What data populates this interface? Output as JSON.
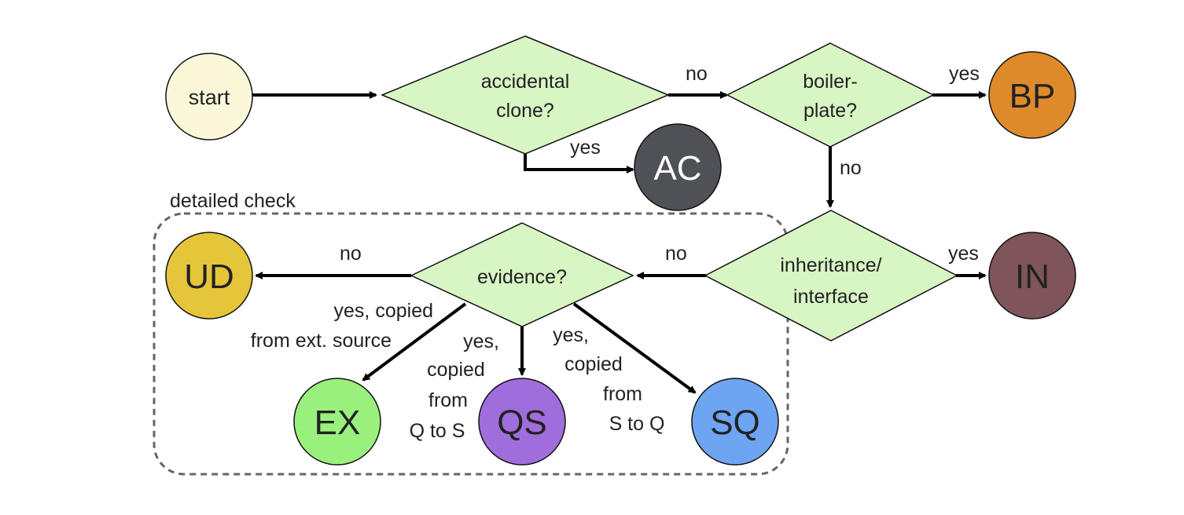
{
  "group": {
    "label": "detailed check"
  },
  "nodes": {
    "start": {
      "label": "start",
      "color": "#fbf7d9"
    },
    "AC": {
      "label": "AC",
      "color": "#4f5156"
    },
    "BP": {
      "label": "BP",
      "color": "#df8a2a"
    },
    "IN": {
      "label": "IN",
      "color": "#7f5559"
    },
    "UD": {
      "label": "UD",
      "color": "#e5c53a"
    },
    "EX": {
      "label": "EX",
      "color": "#9af07d"
    },
    "QS": {
      "label": "QS",
      "color": "#a06ddc"
    },
    "SQ": {
      "label": "SQ",
      "color": "#6ea5f3"
    }
  },
  "decisions": {
    "accidental": {
      "line1": "accidental",
      "line2": "clone?"
    },
    "boilerplate": {
      "line1": "boiler-",
      "line2": "plate?"
    },
    "inheritance": {
      "line1": "inheritance/",
      "line2": "interface"
    },
    "evidence": {
      "line1": "evidence?"
    }
  },
  "edges": {
    "acc_to_boiler": "no",
    "acc_to_ac": "yes",
    "boiler_to_bp": "yes",
    "boiler_to_inh": "no",
    "inh_to_in": "yes",
    "inh_to_evidence": "no",
    "evidence_to_ud": "no",
    "evidence_to_ex": {
      "line1": "yes, copied",
      "line2": "from ext. source"
    },
    "evidence_to_qs": {
      "line1": "yes,",
      "line2": "copied",
      "line3": "from",
      "line4": "Q to S"
    },
    "evidence_to_sq": {
      "line1": "yes,",
      "line2": "copied",
      "line3": "from",
      "line4": "S to Q"
    }
  },
  "colors": {
    "decision_fill": "#d8f5c4",
    "edge": "#000000",
    "group_border": "#666666"
  }
}
